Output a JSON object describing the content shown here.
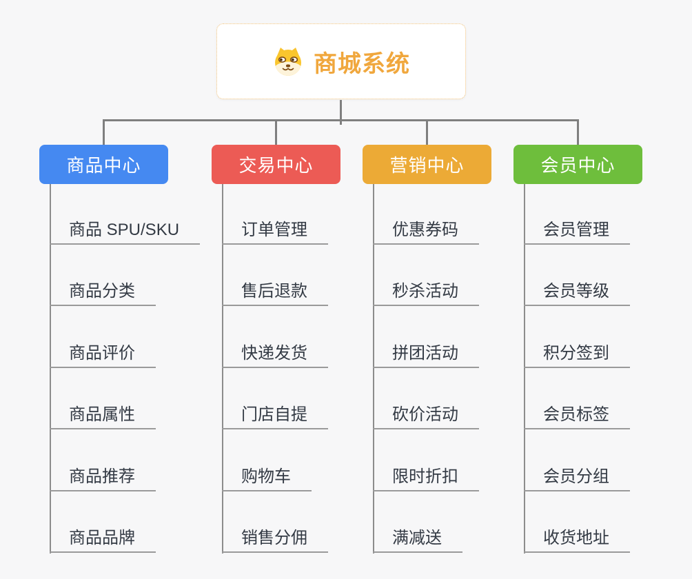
{
  "canvas": {
    "background": "#f7f7f8",
    "connector_color": "#7f7f7f",
    "underline_color": "#9a9a9a",
    "child_text_color": "#333a44"
  },
  "root": {
    "title": "商城系统",
    "icon": "dog-face-icon",
    "text_color": "#f0a73d",
    "border_color": "#f3c27a",
    "background": "#ffffff"
  },
  "branches": [
    {
      "label": "商品中心",
      "color": "#4589f1",
      "children": [
        "商品 SPU/SKU",
        "商品分类",
        "商品评价",
        "商品属性",
        "商品推荐",
        "商品品牌"
      ]
    },
    {
      "label": "交易中心",
      "color": "#ec5b55",
      "children": [
        "订单管理",
        "售后退款",
        "快递发货",
        "门店自提",
        "购物车",
        "销售分佣"
      ]
    },
    {
      "label": "营销中心",
      "color": "#ecaa36",
      "children": [
        "优惠券码",
        "秒杀活动",
        "拼团活动",
        "砍价活动",
        "限时折扣",
        "满减送"
      ]
    },
    {
      "label": "会员中心",
      "color": "#6ebe3c",
      "children": [
        "会员管理",
        "会员等级",
        "积分签到",
        "会员标签",
        "会员分组",
        "收货地址"
      ]
    }
  ]
}
